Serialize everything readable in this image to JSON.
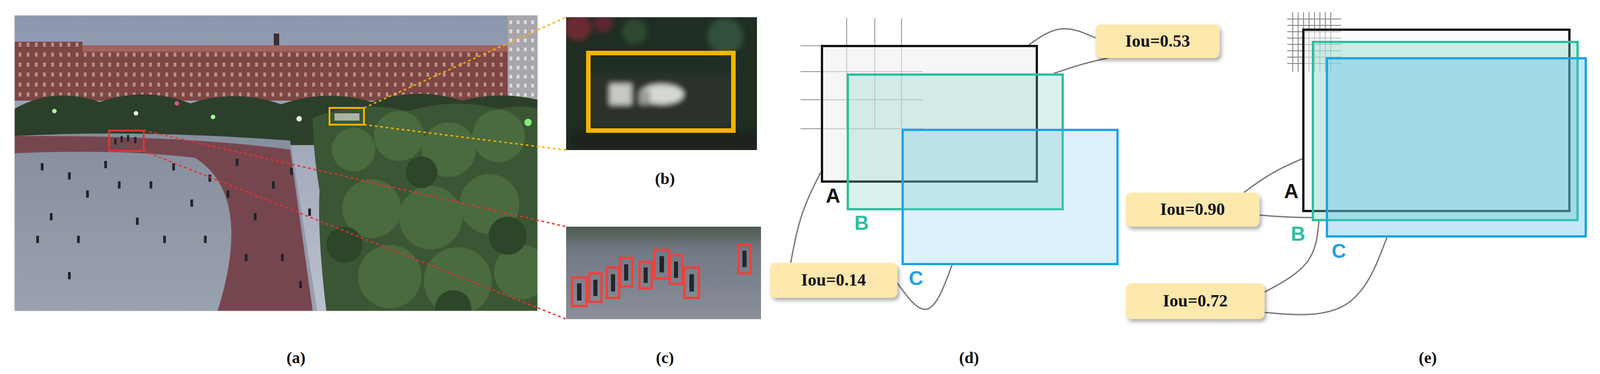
{
  "diagram": {
    "nodes": [
      {
        "text": [
          "A"
        ]
      },
      {
        "text": [
          "B"
        ]
      },
      {
        "text": [
          "C"
        ]
      },
      {
        "text": [
          "Iou=0.53"
        ]
      },
      {
        "text": [
          "Iou=0.14"
        ]
      },
      {
        "text": [
          "A"
        ]
      },
      {
        "text": [
          "B"
        ]
      },
      {
        "text": [
          "C"
        ]
      },
      {
        "text": [
          "Iou=0.90"
        ]
      },
      {
        "text": [
          "Iou=0.72"
        ]
      }
    ],
    "edges": [
      {
        "from": 0,
        "to": 3,
        "arrow": "none"
      },
      {
        "from": 3,
        "to": 1,
        "arrow": "none"
      },
      {
        "from": 0,
        "to": 4,
        "arrow": "none"
      },
      {
        "from": 4,
        "to": 2,
        "arrow": "none"
      },
      {
        "from": 5,
        "to": 8,
        "arrow": "none"
      },
      {
        "from": 8,
        "to": 6,
        "arrow": "none"
      },
      {
        "from": 6,
        "to": 9,
        "arrow": "none"
      },
      {
        "from": 9,
        "to": 7,
        "arrow": "none"
      }
    ],
    "labels": [
      "(a)",
      "(b)",
      "(c)",
      "(d)",
      "(e)"
    ]
  }
}
